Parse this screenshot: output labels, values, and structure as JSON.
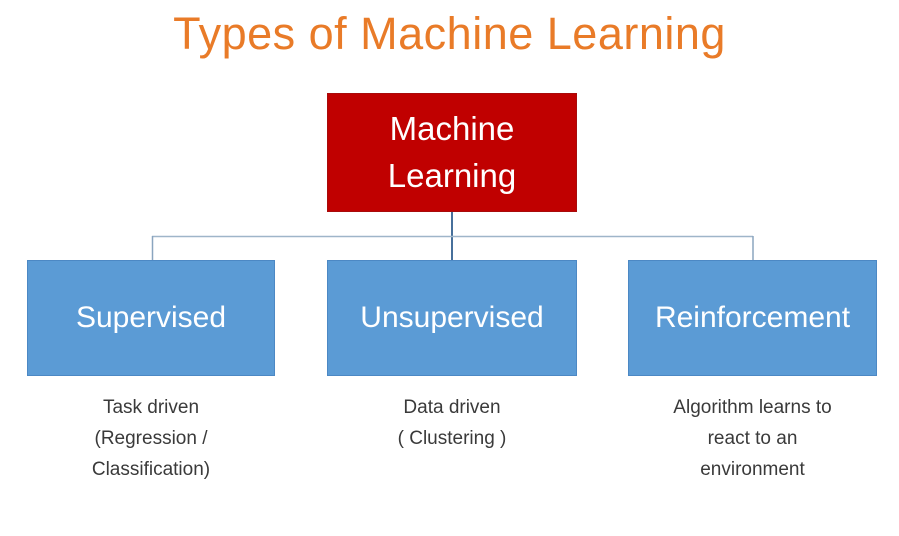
{
  "title": {
    "text": "Types of Machine Learning",
    "color": "#E97B28"
  },
  "diagram": {
    "root": {
      "label": "Machine\nLearning",
      "bg_color": "#C00000",
      "text_color": "#FFFFFF"
    },
    "children": [
      {
        "label": "Supervised",
        "description": "Task driven\n(Regression /\nClassification)"
      },
      {
        "label": "Unsupervised",
        "description": "Data driven\n( Clustering )"
      },
      {
        "label": "Reinforcement",
        "description": "Algorithm learns to\nreact to an\nenvironment"
      }
    ],
    "child_bg_color": "#5B9BD5",
    "description_color": "#3A3A3A",
    "connector_color": "#9FB5C9",
    "connector_center_color": "#47709B",
    "connector_side_color": "#8AA5BF"
  }
}
